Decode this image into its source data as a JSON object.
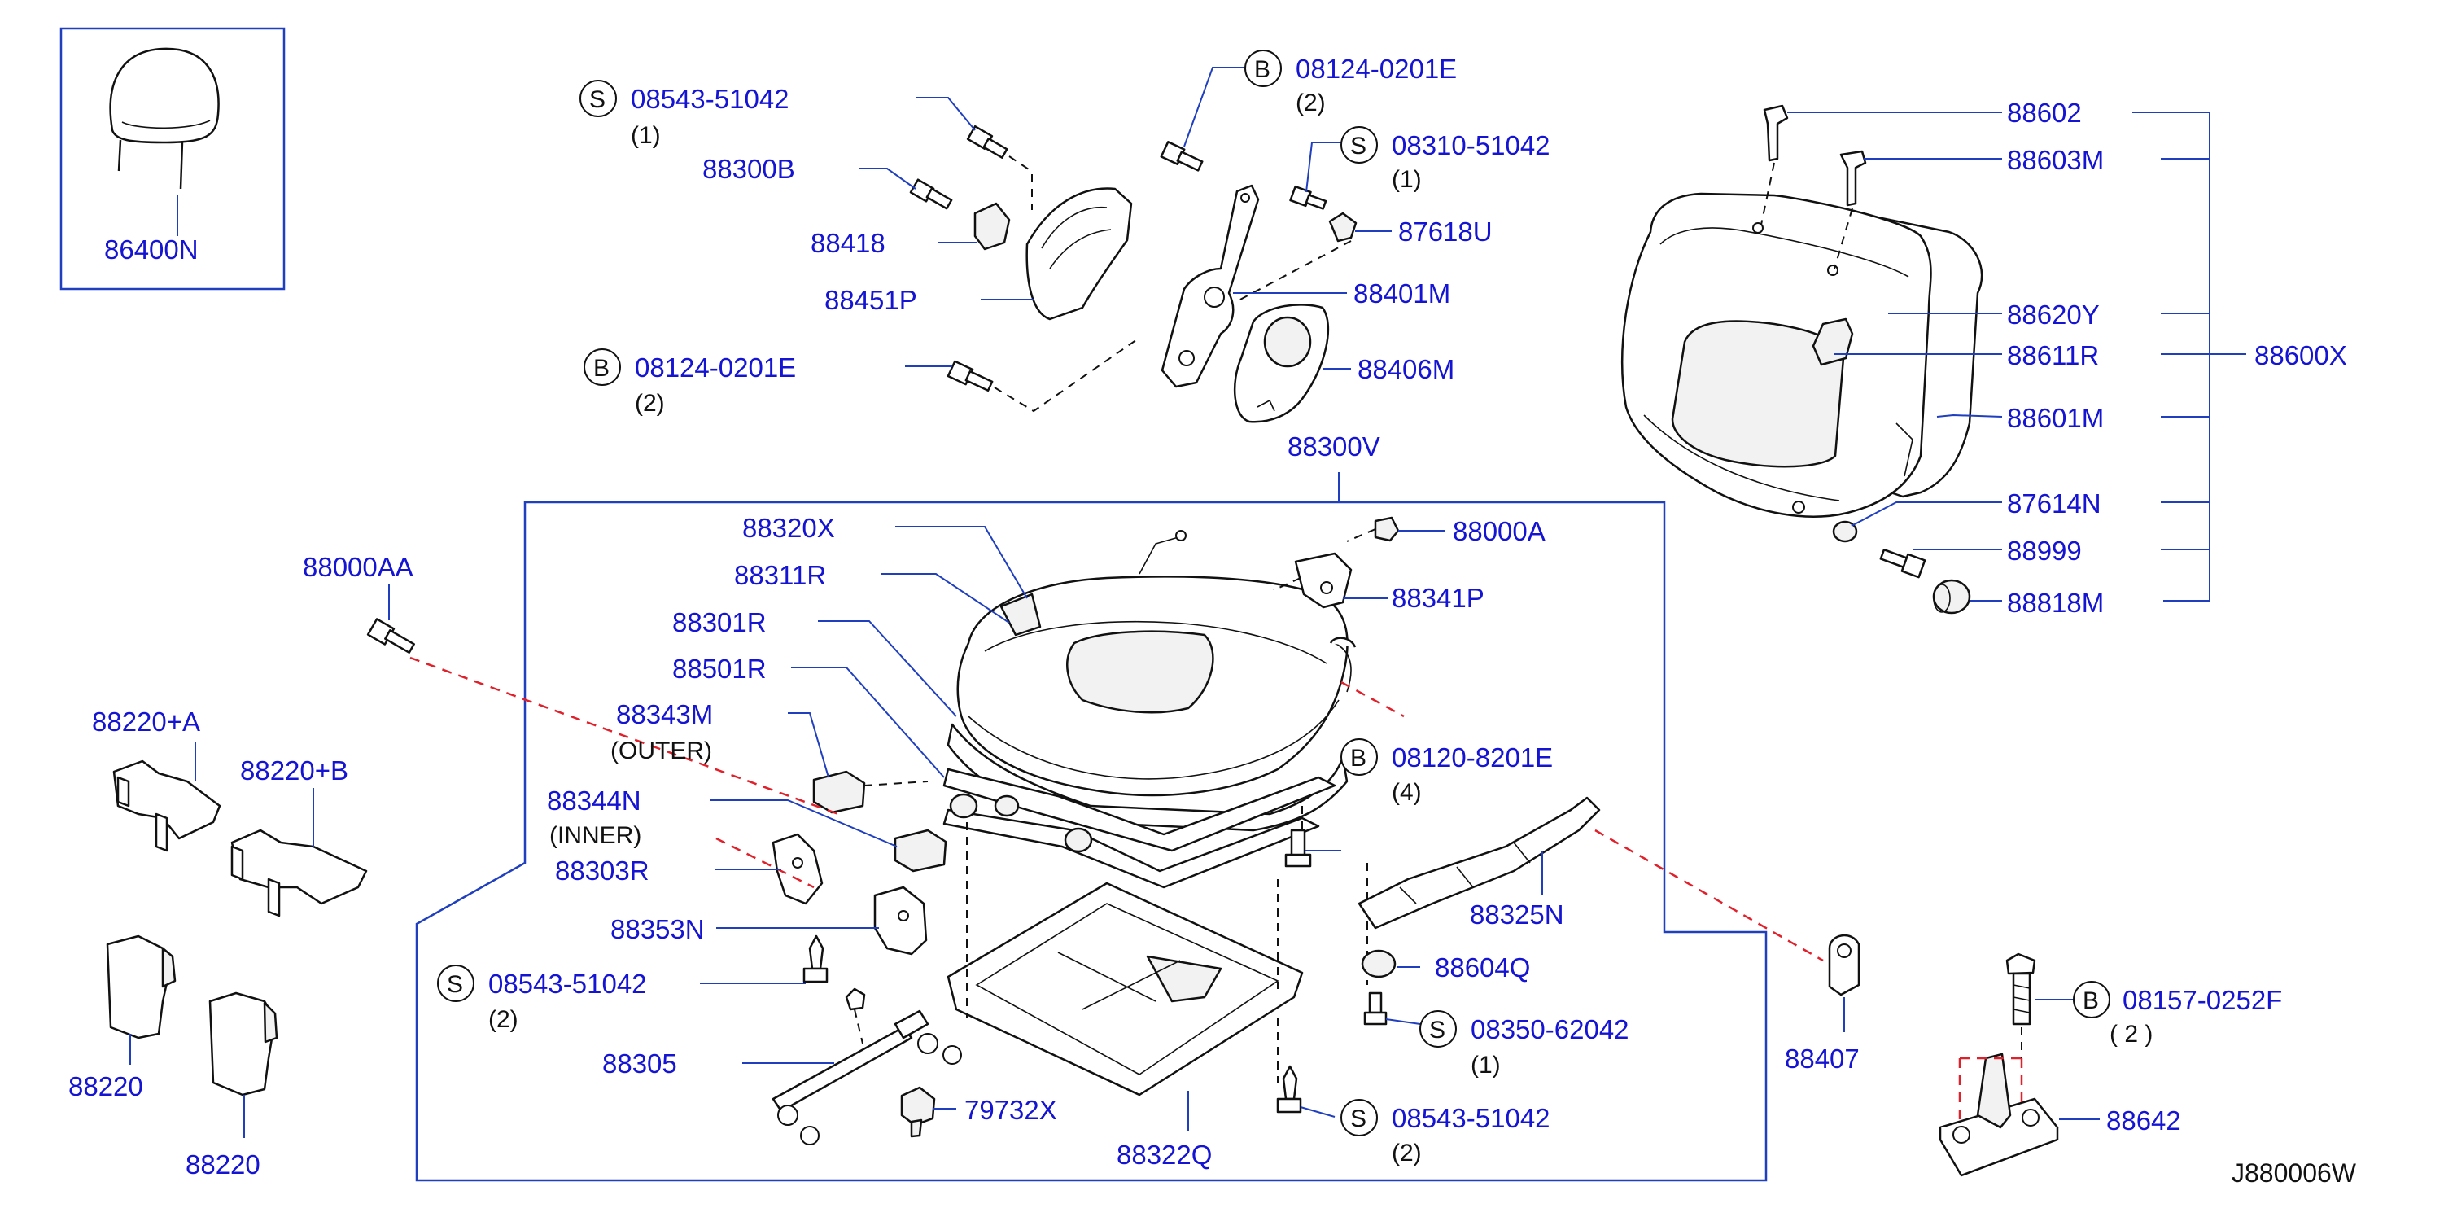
{
  "parts": {
    "p86400N": "86400N",
    "p08543_51042_top": "08543-51042",
    "q08543_51042_top": "(1)",
    "p88300B": "88300B",
    "p88418": "88418",
    "p88451P": "88451P",
    "p08124_0201E_left": "08124-0201E",
    "q08124_0201E_left": "(2)",
    "p08124_0201E_top": "08124-0201E",
    "q08124_0201E_top": "(2)",
    "p08310_51042": "08310-51042",
    "q08310_51042": "(1)",
    "p87618U": "87618U",
    "p88401M": "88401M",
    "p88406M": "88406M",
    "p88602": "88602",
    "p88603M": "88603M",
    "p88620Y": "88620Y",
    "p88611R": "88611R",
    "p88600X": "88600X",
    "p88601M": "88601M",
    "p87614N": "87614N",
    "p88999": "88999",
    "p88818M": "88818M",
    "p88300V": "88300V",
    "p88320X": "88320X",
    "p88311R": "88311R",
    "p88301R": "88301R",
    "p88501R": "88501R",
    "p88000A": "88000A",
    "p88341P": "88341P",
    "p88000AA": "88000AA",
    "p88343M": "88343M",
    "n_outer": "(OUTER)",
    "p88344N": "88344N",
    "n_inner": "(INNER)",
    "p88303R": "88303R",
    "p88353N": "88353N",
    "p08120_8201E": "08120-8201E",
    "q08120_8201E": "(4)",
    "p88325N": "88325N",
    "p88604Q": "88604Q",
    "p08350_62042": "08350-62042",
    "q08350_62042": "(1)",
    "p08543_51042_mid": "08543-51042",
    "q08543_51042_mid": "(2)",
    "p08543_51042_bot": "08543-51042",
    "q08543_51042_bot": "(2)",
    "p88305": "88305",
    "p79732X": "79732X",
    "p88322Q": "88322Q",
    "p88407": "88407",
    "p88220_A": "88220+A",
    "p88220_B": "88220+B",
    "p88220_1": "88220",
    "p88220_2": "88220",
    "p08157_0252F": "08157-0252F",
    "q08157_0252F": "( 2 )",
    "p88642": "88642"
  },
  "symbols": {
    "s": "S",
    "b": "B"
  },
  "diagram_ref": "J880006W",
  "colors": {
    "label_blue": "#1414d2",
    "leader_blue": "#1f3fbf",
    "red_dash": "#e0202a",
    "ink": "#111111"
  }
}
